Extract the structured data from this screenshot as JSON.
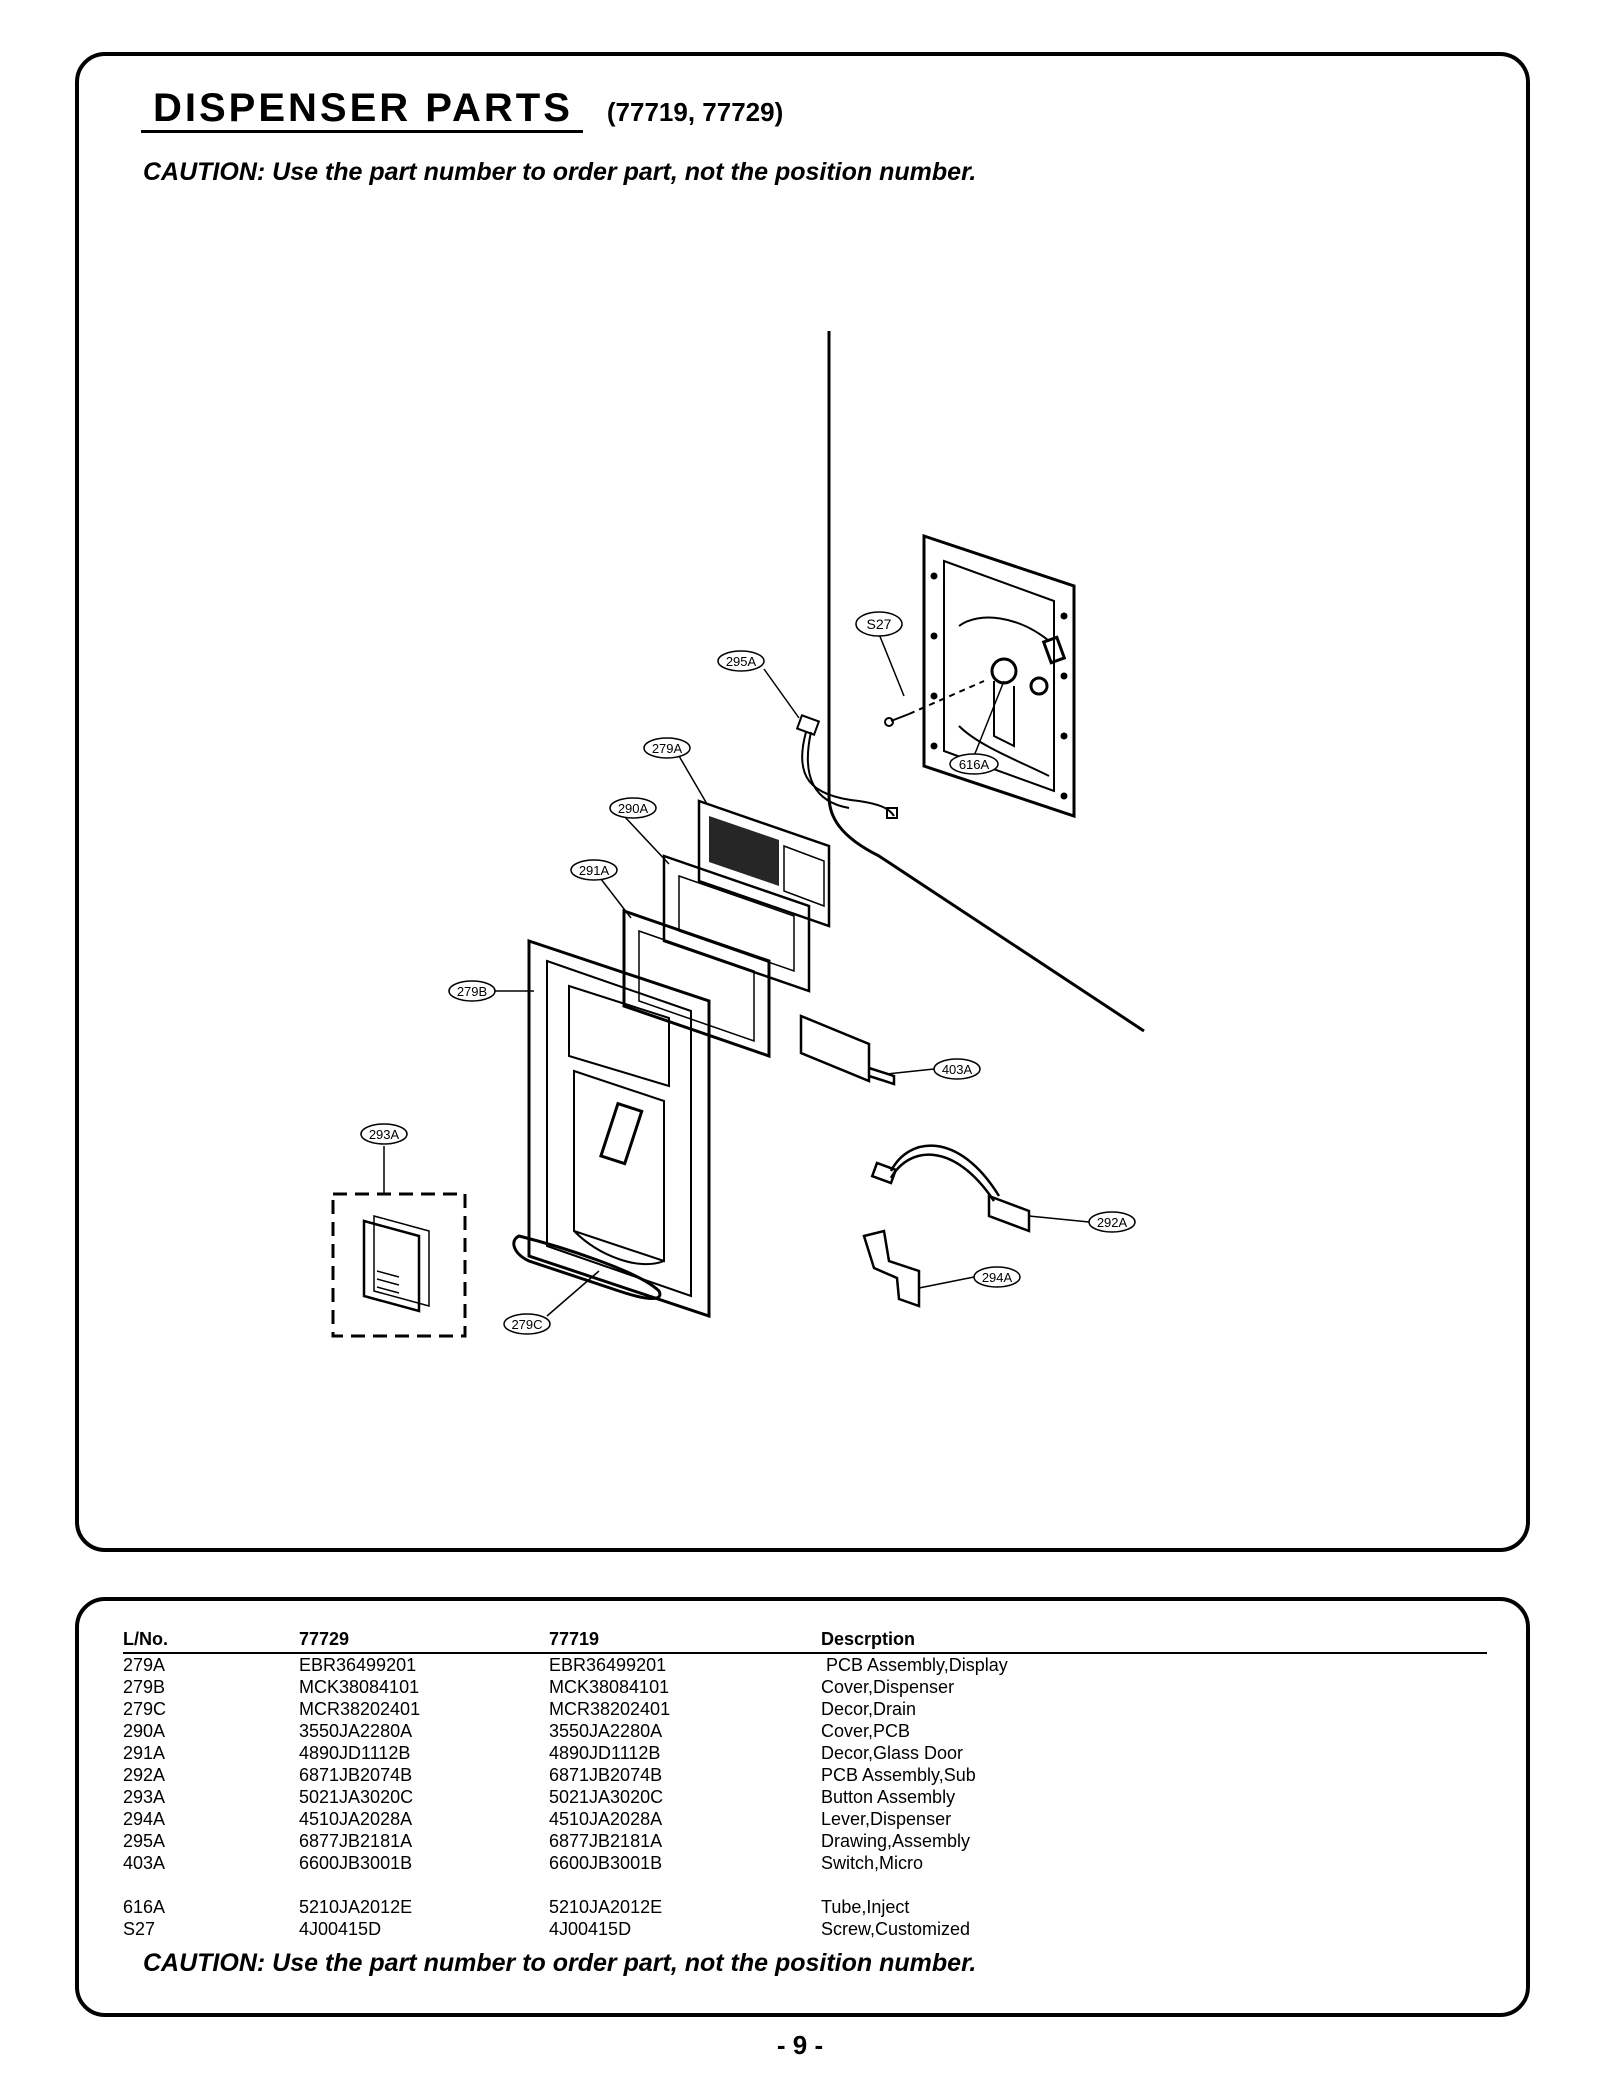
{
  "header": {
    "title": "DISPENSER PARTS",
    "models": "(77719, 77729)",
    "caution": "CAUTION: Use the part number to order part, not the position number."
  },
  "diagram": {
    "callouts": {
      "c295A": "295A",
      "cS27": "S27",
      "c279A": "279A",
      "c616A": "616A",
      "c290A": "290A",
      "c291A": "291A",
      "c279B": "279B",
      "c403A": "403A",
      "c293A": "293A",
      "c292A": "292A",
      "c294A": "294A",
      "c279C": "279C"
    }
  },
  "parts_table": {
    "headers": [
      "L/No.",
      "77729",
      "77719",
      "Descrption"
    ],
    "rows": [
      {
        "lno": "279A",
        "m77729": "EBR36499201",
        "m77719": "EBR36499201",
        "desc": " PCB Assembly,Display"
      },
      {
        "lno": "279B",
        "m77729": "MCK38084101",
        "m77719": "MCK38084101",
        "desc": "Cover,Dispenser"
      },
      {
        "lno": "279C",
        "m77729": "MCR38202401",
        "m77719": "MCR38202401",
        "desc": "Decor,Drain"
      },
      {
        "lno": "290A",
        "m77729": "3550JA2280A",
        "m77719": "3550JA2280A",
        "desc": "Cover,PCB"
      },
      {
        "lno": "291A",
        "m77729": "4890JD1112B",
        "m77719": "4890JD1112B",
        "desc": "Decor,Glass Door"
      },
      {
        "lno": "292A",
        "m77729": "6871JB2074B",
        "m77719": "6871JB2074B",
        "desc": "PCB Assembly,Sub"
      },
      {
        "lno": "293A",
        "m77729": "5021JA3020C",
        "m77719": "5021JA3020C",
        "desc": "Button Assembly"
      },
      {
        "lno": "294A",
        "m77729": "4510JA2028A",
        "m77719": "4510JA2028A",
        "desc": "Lever,Dispenser"
      },
      {
        "lno": "295A",
        "m77729": "6877JB2181A",
        "m77719": "6877JB2181A",
        "desc": "Drawing,Assembly"
      },
      {
        "lno": "403A",
        "m77729": "6600JB3001B",
        "m77719": "6600JB3001B",
        "desc": "Switch,Micro"
      },
      {
        "lno": "616A",
        "m77729": "5210JA2012E",
        "m77719": "5210JA2012E",
        "desc": "Tube,Inject"
      },
      {
        "lno": "S27",
        "m77729": "4J00415D",
        "m77719": "4J00415D",
        "desc": "Screw,Customized"
      }
    ],
    "caution": "CAUTION: Use the part number to order part, not the position number."
  },
  "footer": {
    "page_number": "- 9 -"
  }
}
